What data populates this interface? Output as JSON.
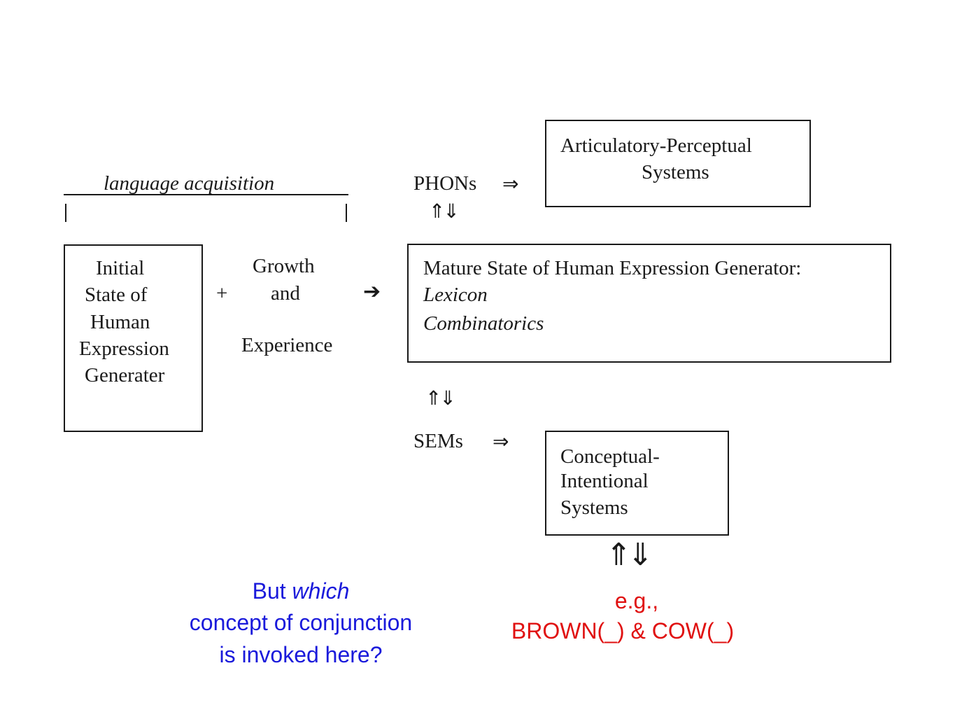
{
  "acquisition": {
    "label": "language acquisition"
  },
  "initial_box": {
    "lines": [
      "Initial",
      "State of",
      "Human",
      "Expression",
      "Generater"
    ]
  },
  "plus": "+",
  "growth": {
    "line1": "Growth",
    "line2": "and",
    "line3": "Experience"
  },
  "main_arrow": "➔",
  "phons": {
    "label": "PHONs",
    "arrow": "⇒",
    "updown": "⇑⇓"
  },
  "artic_box": {
    "line1": "Articulatory-Perceptual",
    "line2": "Systems"
  },
  "mature_box": {
    "title": "Mature State of Human Expression Generator:",
    "item1": "Lexicon",
    "item2": "Combinatorics"
  },
  "sems": {
    "updown": "⇑⇓",
    "label": "SEMs",
    "arrow": "⇒"
  },
  "concept_box": {
    "line1": "Conceptual-",
    "line2": "Intentional",
    "line3": "Systems"
  },
  "bottom_updown": "⇑⇓",
  "question": {
    "but": "But",
    "which": "which",
    "line2": "concept of conjunction",
    "line3": "is invoked here?"
  },
  "example": {
    "line1": "e.g.,",
    "line2": "BROWN(_) & COW(_)"
  },
  "colors": {
    "question": "#1a1adb",
    "example": "#e01010",
    "ink": "#1a1a1a"
  }
}
